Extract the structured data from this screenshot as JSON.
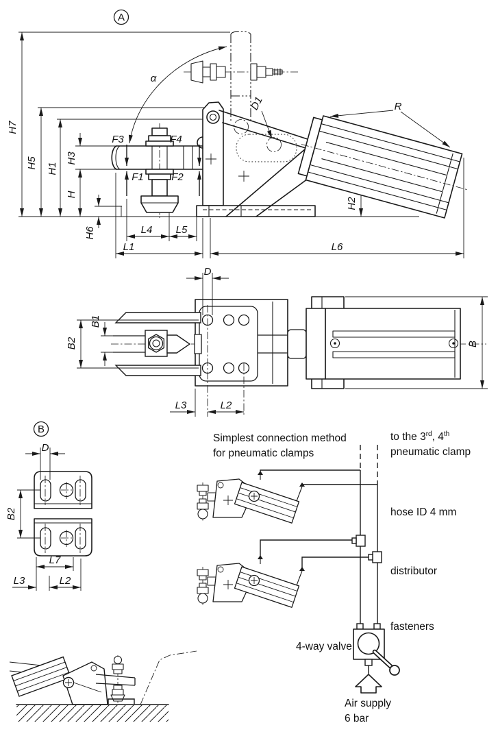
{
  "side_view": {
    "marker": "A",
    "dims": {
      "h7": "H7",
      "h5": "H5",
      "h1": "H1",
      "h3": "H3",
      "h": "H",
      "h6": "H6",
      "h2": "H2",
      "l4": "L4",
      "l5": "L5",
      "l1": "L1",
      "l6": "L6",
      "d1": "D1",
      "r": "R",
      "alpha": "α"
    },
    "forces": {
      "f1": "F1",
      "f2": "F2",
      "f3": "F3",
      "f4": "F4"
    }
  },
  "top_view": {
    "dims": {
      "d": "D",
      "b1": "B1",
      "b2": "B2",
      "b": "B",
      "l3": "L3",
      "l2": "L2"
    }
  },
  "bracket_view": {
    "marker": "B",
    "dims": {
      "d": "D",
      "b2": "B2",
      "l7": "L7",
      "l3": "L3",
      "l2": "L2"
    }
  },
  "schematic": {
    "title_line1": "Simplest connection method",
    "title_line2": "for pneumatic clamps",
    "destination": {
      "prefix": "to the 3",
      "sup1": "rd",
      "mid": ", 4",
      "sup2": "th",
      "line2": "pneumatic clamp"
    },
    "labels": {
      "hose": "hose ID 4 mm",
      "distributor": "distributor",
      "fasteners": "fasteners",
      "valve": "4-way valve",
      "air_line1": "Air supply",
      "air_line2": "6 bar"
    }
  },
  "colors": {
    "line": "#1a1a1a",
    "background": "#ffffff"
  }
}
